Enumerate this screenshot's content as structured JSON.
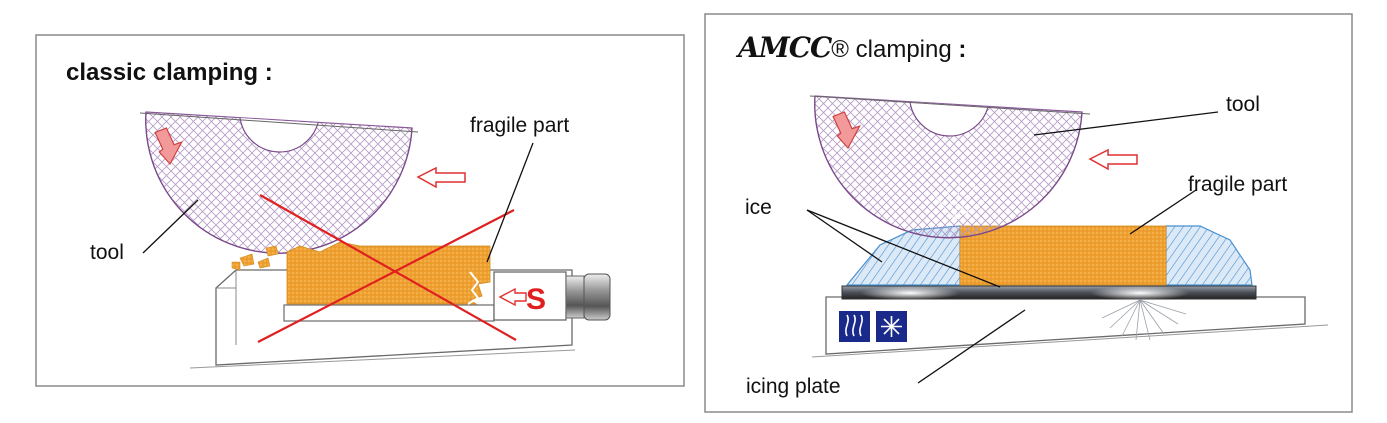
{
  "left_panel": {
    "title": "classic clamping :",
    "labels": {
      "fragile_part": "fragile part",
      "tool": "tool"
    },
    "clamp_symbol": "S"
  },
  "right_panel": {
    "logo": "AMCC",
    "title_suffix": "® clamping",
    "title_colon": ":",
    "labels": {
      "tool": "tool",
      "fragile_part": "fragile part",
      "ice": "ice",
      "icing_plate": "icing plate"
    },
    "icons": [
      "heating-icon",
      "freezing-icon"
    ]
  },
  "colors": {
    "part": "#f0a030",
    "tool_hatch": "#a080b0",
    "ice": "#4a90d0",
    "cross": "#e02020",
    "arrow": "#e03030",
    "icon_bg": "#1a2a8a",
    "frame": "#888888"
  }
}
